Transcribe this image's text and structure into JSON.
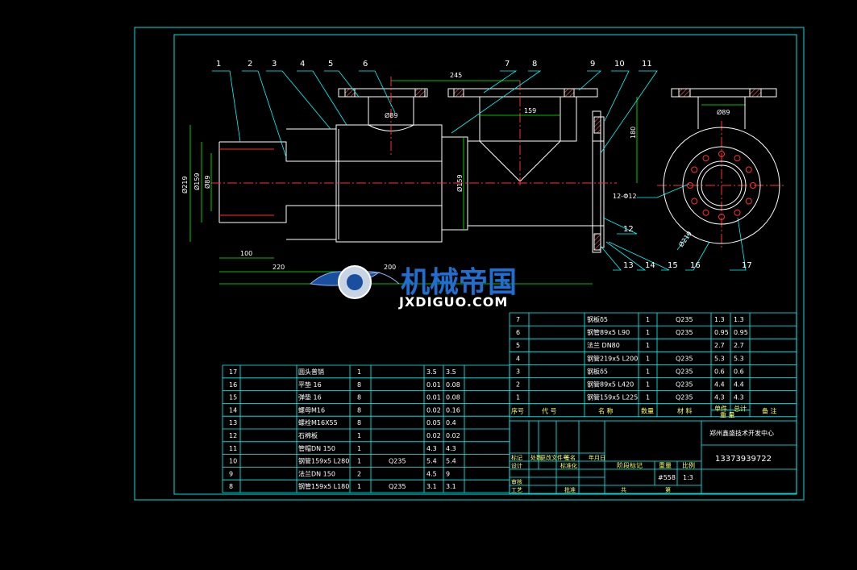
{
  "drawing": {
    "callouts": [
      "1",
      "2",
      "3",
      "4",
      "5",
      "6",
      "7",
      "8",
      "9",
      "10",
      "11",
      "12",
      "13",
      "14",
      "15",
      "16",
      "17"
    ],
    "dimensions": {
      "d245": "245",
      "d159top": "159",
      "d180": "180",
      "d100": "100",
      "d220": "220",
      "d200": "200",
      "phi89a": "Ø89",
      "phi89b": "Ø89",
      "phi89c": "Ø89",
      "phi159a": "Ø159",
      "phi159b": "Ø159",
      "phi219": "Ø219",
      "phi219b": "Ø219",
      "holes": "12-Φ12"
    }
  },
  "watermark": {
    "cn": "机械帝国",
    "en": "JXDIGUO.COM"
  },
  "parts_lower": [
    {
      "no": "17",
      "name": "圆头普销",
      "qty": "1",
      "mat": "",
      "unit": "3.5",
      "total": "3.5"
    },
    {
      "no": "16",
      "name": "平垫 16",
      "qty": "8",
      "mat": "",
      "unit": "0.01",
      "total": "0.08"
    },
    {
      "no": "15",
      "name": "弹垫 16",
      "qty": "8",
      "mat": "",
      "unit": "0.01",
      "total": "0.08"
    },
    {
      "no": "14",
      "name": "螺母M16",
      "qty": "8",
      "mat": "",
      "unit": "0.02",
      "total": "0.16"
    },
    {
      "no": "13",
      "name": "螺栓M16X55",
      "qty": "8",
      "mat": "",
      "unit": "0.05",
      "total": "0.4"
    },
    {
      "no": "12",
      "name": "石棉板",
      "qty": "1",
      "mat": "",
      "unit": "0.02",
      "total": "0.02"
    },
    {
      "no": "11",
      "name": "管帽DN 150",
      "qty": "1",
      "mat": "",
      "unit": "4.3",
      "total": "4.3"
    },
    {
      "no": "10",
      "name": "钢管159x5 L280",
      "qty": "1",
      "mat": "Q235",
      "unit": "5.4",
      "total": "5.4"
    },
    {
      "no": "9",
      "name": "法兰DN 150",
      "qty": "2",
      "mat": "",
      "unit": "4.5",
      "total": "9"
    },
    {
      "no": "8",
      "name": "钢管159x5 L180",
      "qty": "1",
      "mat": "Q235",
      "unit": "3.1",
      "total": "3.1"
    }
  ],
  "parts_upper": [
    {
      "no": "7",
      "name": "钢板δ5",
      "qty": "1",
      "mat": "Q235",
      "unit": "1.3",
      "total": "1.3"
    },
    {
      "no": "6",
      "name": "钢管89x5 L90",
      "qty": "1",
      "mat": "Q235",
      "unit": "0.95",
      "total": "0.95"
    },
    {
      "no": "5",
      "name": "法兰 DN80",
      "qty": "1",
      "mat": "",
      "unit": "2.7",
      "total": "2.7"
    },
    {
      "no": "4",
      "name": "钢管219x5 L200",
      "qty": "1",
      "mat": "Q235",
      "unit": "5.3",
      "total": "5.3"
    },
    {
      "no": "3",
      "name": "钢板δ5",
      "qty": "1",
      "mat": "Q235",
      "unit": "0.6",
      "total": "0.6"
    },
    {
      "no": "2",
      "name": "钢管89x5 L420",
      "qty": "1",
      "mat": "Q235",
      "unit": "4.4",
      "total": "4.4"
    },
    {
      "no": "1",
      "name": "钢管159x5 L225",
      "qty": "1",
      "mat": "Q235",
      "unit": "4.3",
      "total": "4.3"
    }
  ],
  "parts_header": {
    "no": "序号",
    "code": "代 号",
    "name": "名 称",
    "qty": "数量",
    "mat": "材 料",
    "single": "单件",
    "total": "总计",
    "weight": "重 量",
    "remark": "备 注"
  },
  "title_block": {
    "company": "郑州鑫盛技术开发中心",
    "phone": "13373939722",
    "scale": "1:3",
    "mass": "#558",
    "cells": {
      "mark": "标记",
      "count": "处数",
      "zone": "分区",
      "docno": "更改文件号",
      "sign": "签名",
      "date": "年月日",
      "design": "设计",
      "std": "标准化",
      "review": "审核",
      "process": "工艺",
      "approve": "批准",
      "stage": "阶段标记",
      "weight": "重量",
      "scale_lbl": "比例",
      "sheet": "共",
      "sheet2": "第"
    }
  },
  "colors": {
    "frame": "#00e0e0",
    "outline": "#ffffff",
    "center": "#ff3030",
    "dim": "#00ff00",
    "hatch": "#ff6060",
    "leader": "#00ffff"
  }
}
